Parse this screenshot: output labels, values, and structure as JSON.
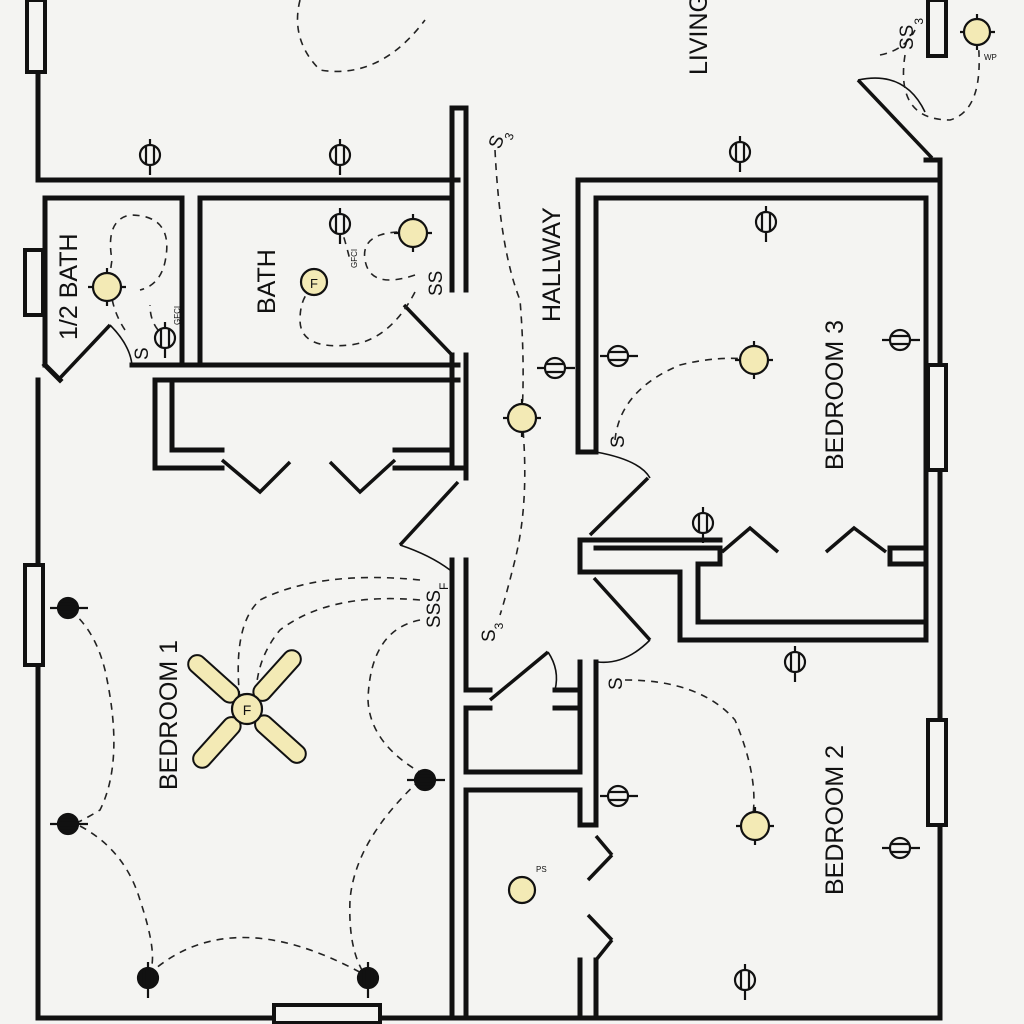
{
  "rooms": {
    "living": "LIVING",
    "half_bath": "1/2 BATH",
    "bath": "BATH",
    "hallway": "HALLWAY",
    "bedroom1": "BEDROOM 1",
    "bedroom2": "BEDROOM 2",
    "bedroom3": "BEDROOM 3"
  },
  "switches": {
    "living_ss3": "SS",
    "living_ss3_sub": "3",
    "hall_s3_top": "S",
    "hall_s3_top_sub": "3",
    "bath_ss": "SS",
    "half_bath_s": "S",
    "bed3_s": "S",
    "bed1_sss": "SSS",
    "bed1_sss_sub": "F",
    "hall_s3_bottom": "S",
    "hall_s3_bottom_sub": "3",
    "bed2_s": "S"
  },
  "fixture_labels": {
    "fan": "F",
    "bath_fan": "F",
    "gfci": "GFCI",
    "wp": "WP",
    "ps": "PS"
  },
  "colors": {
    "fixture_fill": "#f3eab5",
    "line": "#111111",
    "background": "#f4f4f2"
  }
}
